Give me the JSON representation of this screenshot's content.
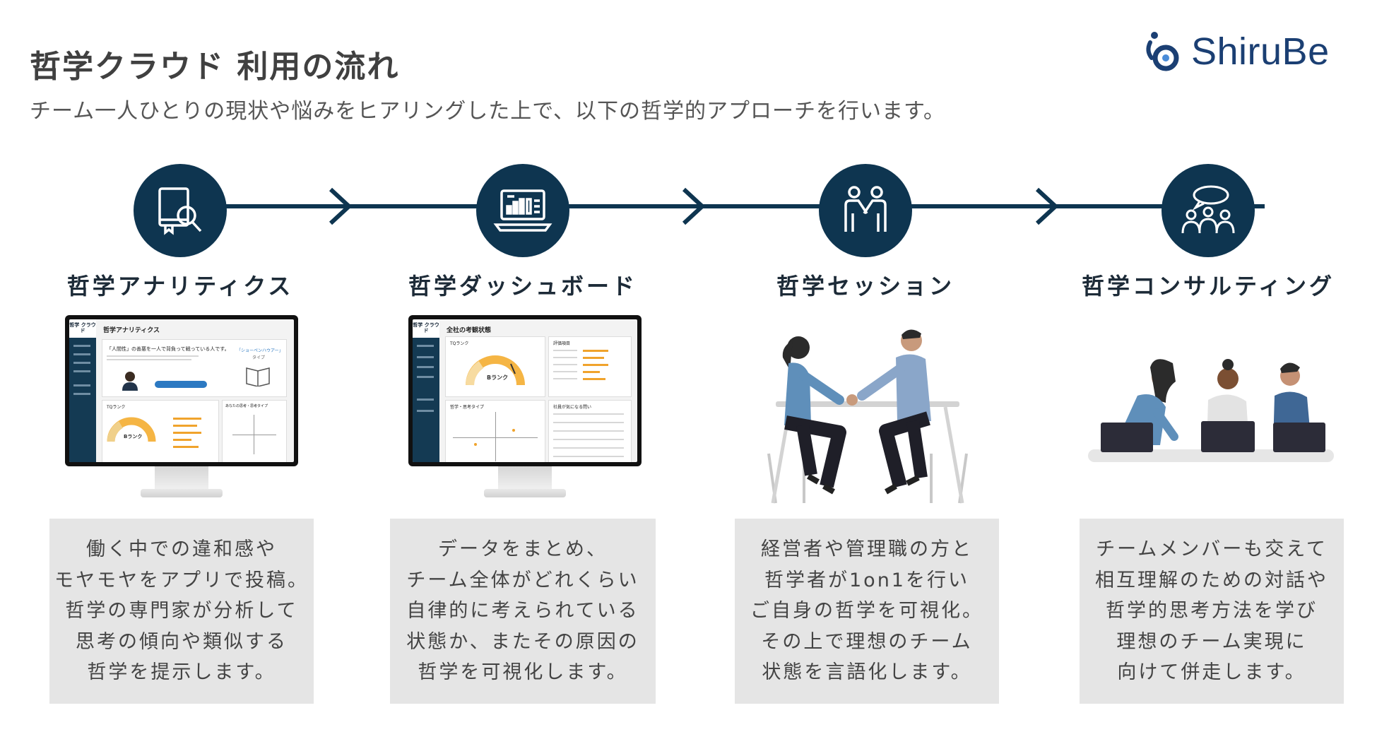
{
  "header": {
    "title": "哲学クラウド 利用の流れ",
    "subtitle": "チーム一人ひとりの現状や悩みをヒアリングした上で、以下の哲学的アプローチを行います。"
  },
  "logo": {
    "text": "ShiruBe",
    "color": "#1b3f73"
  },
  "colors": {
    "navy": "#0e3550",
    "panel": "#e5e5e5",
    "text": "#444444",
    "accent_orange": "#f0a32c"
  },
  "steps": [
    {
      "title": "哲学アナリティクス",
      "icon": "book-search-icon",
      "illustration": "monitor-analytics-screen",
      "desc": [
        "働く中での違和感や",
        "モヤモヤをアプリで投稿。",
        "哲学の専門家が分析して",
        "思考の傾向や類似する",
        "哲学を提示します。"
      ]
    },
    {
      "title": "哲学ダッシュボード",
      "icon": "dashboard-laptop-icon",
      "illustration": "monitor-dashboard-screen",
      "desc": [
        "データをまとめ、",
        "チーム全体がどれくらい",
        "自律的に考えられている",
        "状態か、またその原因の",
        "哲学を可視化します。"
      ]
    },
    {
      "title": "哲学セッション",
      "icon": "handshake-people-icon",
      "illustration": "two-people-handshake",
      "desc": [
        "経営者や管理職の方と",
        "哲学者が1on1を行い",
        "ご自身の哲学を可視化。",
        "その上で理想のチーム",
        "状態を言語化します。"
      ]
    },
    {
      "title": "哲学コンサルティング",
      "icon": "group-discussion-icon",
      "illustration": "three-people-laptops",
      "desc": [
        "チームメンバーも交えて",
        "相互理解のための対話や",
        "哲学的思考方法を学び",
        "理想のチーム実現に",
        "向けて併走します。"
      ]
    }
  ],
  "screens": {
    "analytics": {
      "brand": "哲学\nクラウド",
      "app_title": "哲学アナリティクス",
      "headline": "「人間性」の善悪を一人で背負って戦っている人です。",
      "type_badge": "「ショーペンハウアー」",
      "type_suffix": "タイプ",
      "rank_title": "TQランク",
      "rank": "Bランク",
      "side_title": "あなたの思考・思考タイプ"
    },
    "dashboard": {
      "brand": "哲学\nクラウド",
      "app_title": "全社の考観状態",
      "rank_title": "TQランク",
      "rank": "Bランク",
      "score_title": "評価項目",
      "type_title": "哲学・思考タイプ",
      "concerns_title": "社員が気になる問い"
    }
  }
}
